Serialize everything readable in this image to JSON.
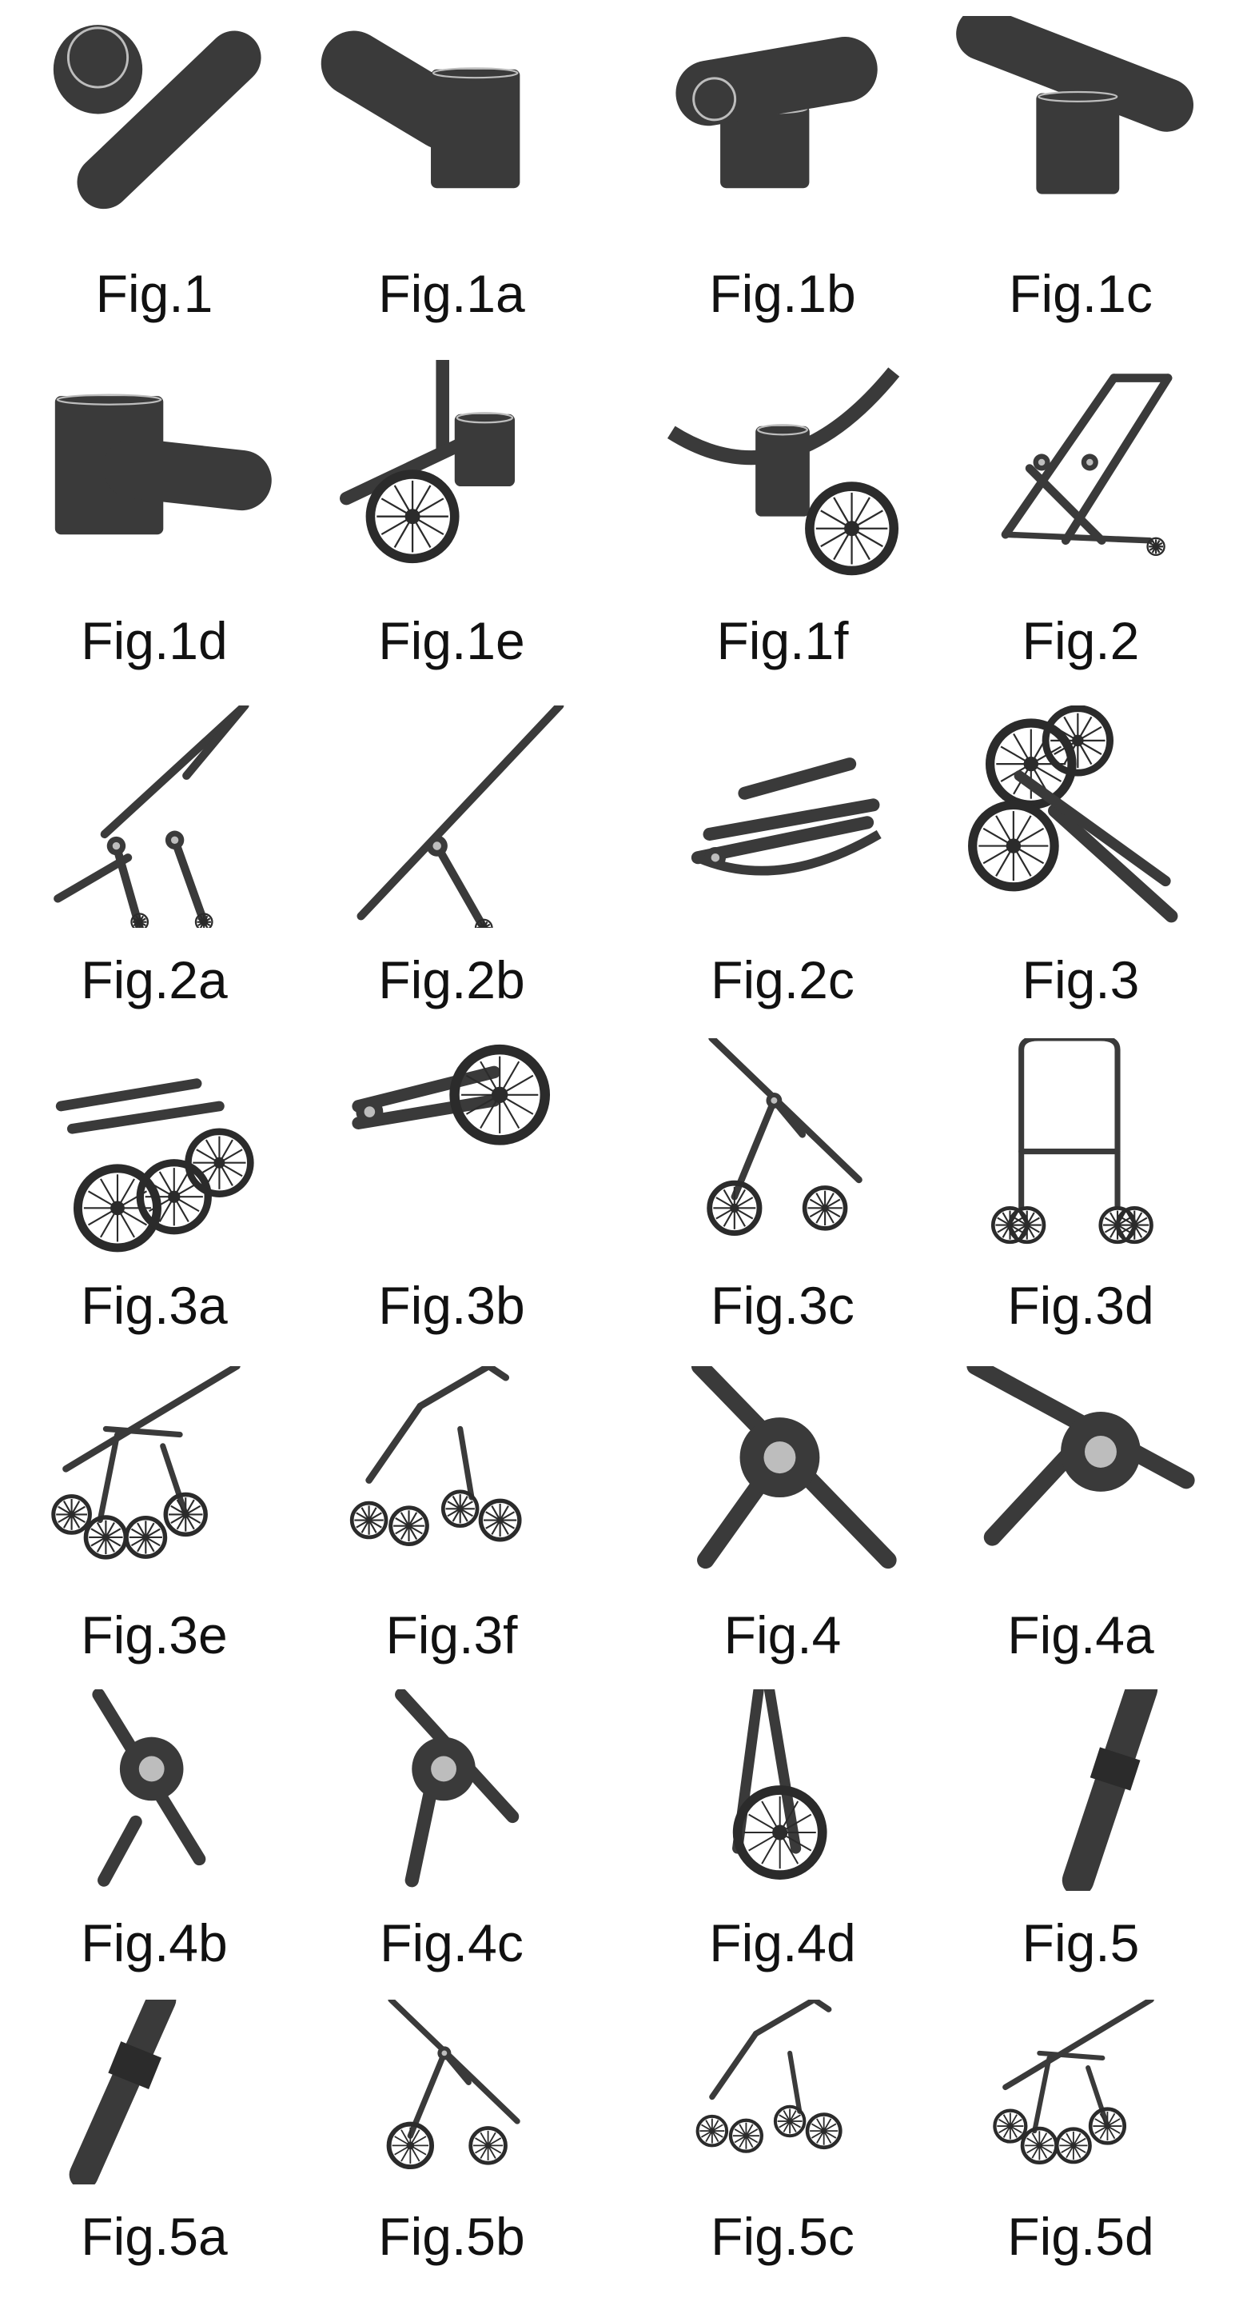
{
  "figures": [
    {
      "label": "Fig.1",
      "kind": "joint-a"
    },
    {
      "label": "Fig.1a",
      "kind": "joint-b"
    },
    {
      "label": "Fig.1b",
      "kind": "joint-c"
    },
    {
      "label": "Fig.1c",
      "kind": "joint-d"
    },
    {
      "label": "Fig.1d",
      "kind": "joint-e"
    },
    {
      "label": "Fig.1e",
      "kind": "joint-f"
    },
    {
      "label": "Fig.1f",
      "kind": "joint-g"
    },
    {
      "label": "Fig.2",
      "kind": "frame-a"
    },
    {
      "label": "Fig.2a",
      "kind": "frame-b"
    },
    {
      "label": "Fig.2b",
      "kind": "frame-c"
    },
    {
      "label": "Fig.2c",
      "kind": "folded-a"
    },
    {
      "label": "Fig.3",
      "kind": "folded-wheels"
    },
    {
      "label": "Fig.3a",
      "kind": "folded-wheels-b"
    },
    {
      "label": "Fig.3b",
      "kind": "folded-side"
    },
    {
      "label": "Fig.3c",
      "kind": "stroller-side"
    },
    {
      "label": "Fig.3d",
      "kind": "stroller-front"
    },
    {
      "label": "Fig.3e",
      "kind": "stroller-persp"
    },
    {
      "label": "Fig.3f",
      "kind": "stroller-persp-b"
    },
    {
      "label": "Fig.4",
      "kind": "hinge-a"
    },
    {
      "label": "Fig.4a",
      "kind": "hinge-b"
    },
    {
      "label": "Fig.4b",
      "kind": "hinge-c"
    },
    {
      "label": "Fig.4c",
      "kind": "hinge-d"
    },
    {
      "label": "Fig.4d",
      "kind": "folded-upright"
    },
    {
      "label": "Fig.5",
      "kind": "tube-a"
    },
    {
      "label": "Fig.5a",
      "kind": "tube-b"
    },
    {
      "label": "Fig.5b",
      "kind": "stroller-side"
    },
    {
      "label": "Fig.5c",
      "kind": "stroller-persp-b"
    },
    {
      "label": "Fig.5d",
      "kind": "stroller-persp"
    }
  ],
  "colors": {
    "ink": "#2b2b2b",
    "dark": "#3a3a3a",
    "highlight": "#bdbdbd"
  }
}
